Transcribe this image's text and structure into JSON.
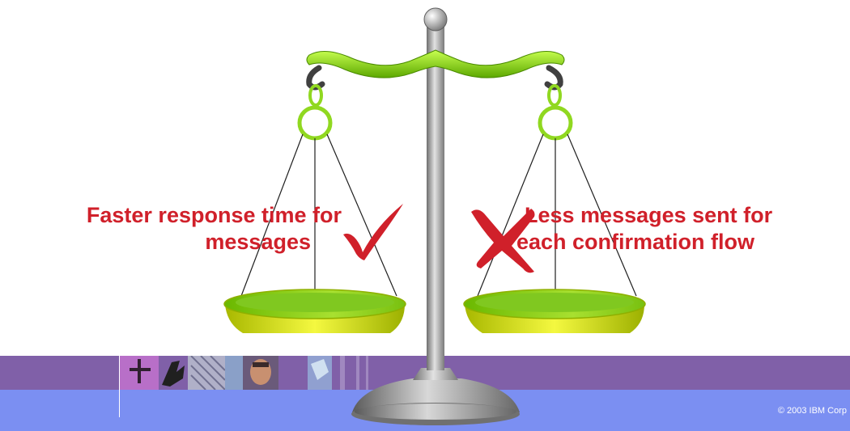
{
  "scale": {
    "left_pan": {
      "text_lines": [
        "Faster response time for",
        "messages"
      ],
      "mark": "check-mark-icon",
      "mark_color": "#d0202a"
    },
    "right_pan": {
      "text_lines": [
        "Less messages sent for",
        "each confirmation flow"
      ],
      "mark": "cross-mark-icon",
      "mark_color": "#d0202a"
    }
  },
  "colors": {
    "label_text": "#d0202a",
    "beam_green": "#8fdc10",
    "pan_yellow_green": "#c8e010",
    "pole_gray": "#9a9a9a",
    "footer_purple": "#8060a8",
    "footer_blue": "#7b8ff2"
  },
  "footer": {
    "copyright": "© 2003 IBM Corp"
  }
}
